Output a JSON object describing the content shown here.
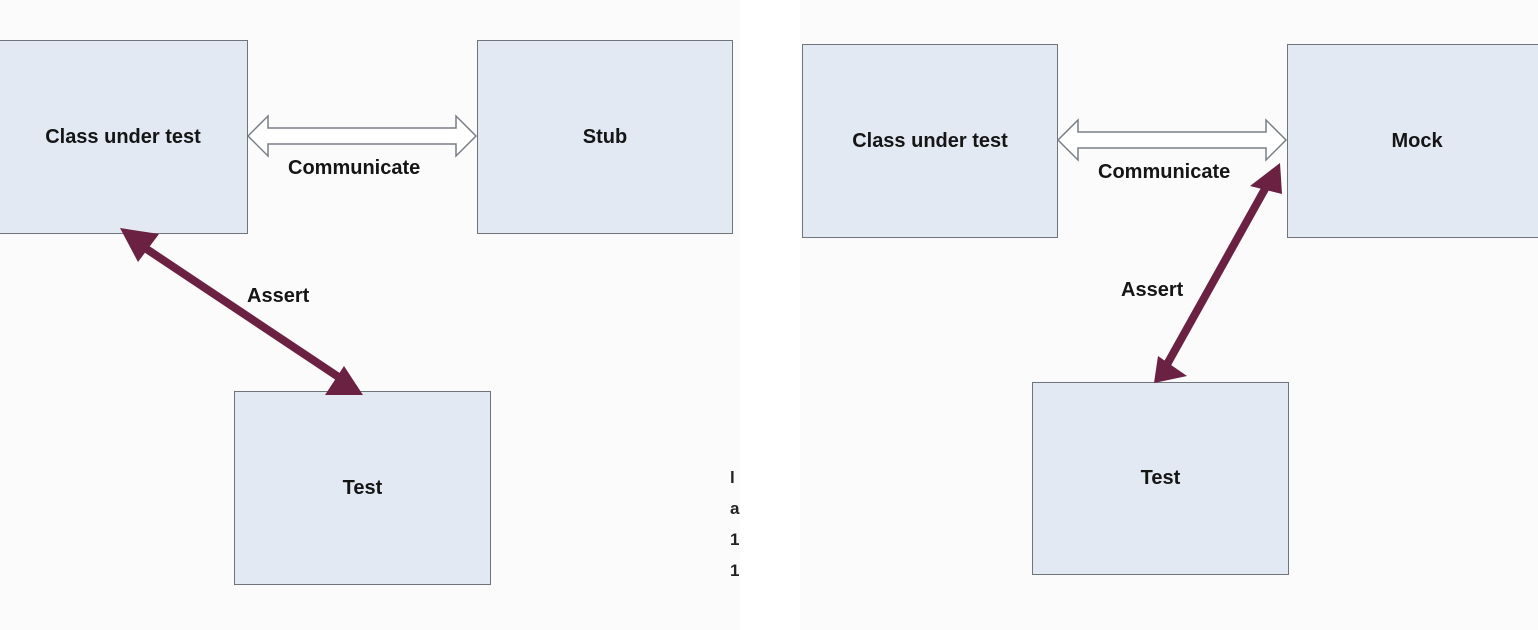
{
  "diagrams": [
    {
      "id": "stub",
      "class_box": "Class under test",
      "peer_box": "Stub",
      "test_box": "Test",
      "communicate_label": "Communicate",
      "assert_label": "Assert"
    },
    {
      "id": "mock",
      "class_box": "Class under test",
      "peer_box": "Mock",
      "test_box": "Test",
      "communicate_label": "Communicate",
      "assert_label": "Assert"
    }
  ],
  "cropped_fragment": [
    "l",
    "a",
    "1",
    "1"
  ],
  "colors": {
    "box_fill": "#e3e9f3",
    "box_border": "#6f737a",
    "assert_arrow": "#6b2142",
    "communicate_arrow": "#ffffff"
  }
}
